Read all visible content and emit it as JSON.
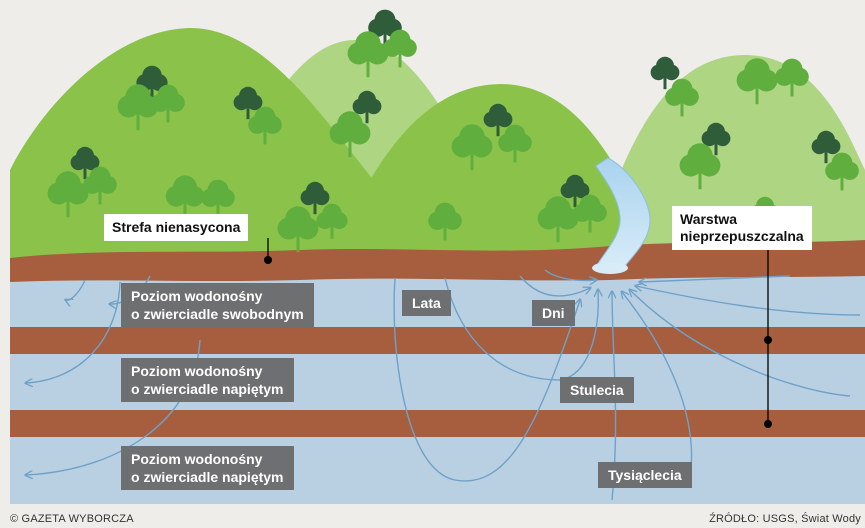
{
  "labels": {
    "unsaturated_zone": "Strefa nienasycona",
    "impermeable_layer": [
      "Warstwa",
      "nieprzepuszczalna"
    ],
    "unconfined_aquifer": [
      "Poziom wodonośny",
      "o zwierciadle swobodnym"
    ],
    "confined_aquifer_1": [
      "Poziom wodonośny",
      "o zwierciadle napiętym"
    ],
    "confined_aquifer_2": [
      "Poziom wodonośny",
      "o zwierciadle napiętym"
    ]
  },
  "timescales": {
    "years": "Lata",
    "days": "Dni",
    "centuries": "Stulecia",
    "millennia": "Tysiąclecia"
  },
  "footer": {
    "copyright": "© GAZETA WYBORCZA",
    "source": "ŹRÓDŁO: USGS, Świat Wody"
  },
  "colors": {
    "background": "#eeede9",
    "water": "#b9d0e2",
    "clay_layer": "#a65e3e",
    "hill_dark": "#8bc34a",
    "hill_light": "#add582",
    "flow_line": "#6fa1c8",
    "label_box": "#6e6f70"
  }
}
